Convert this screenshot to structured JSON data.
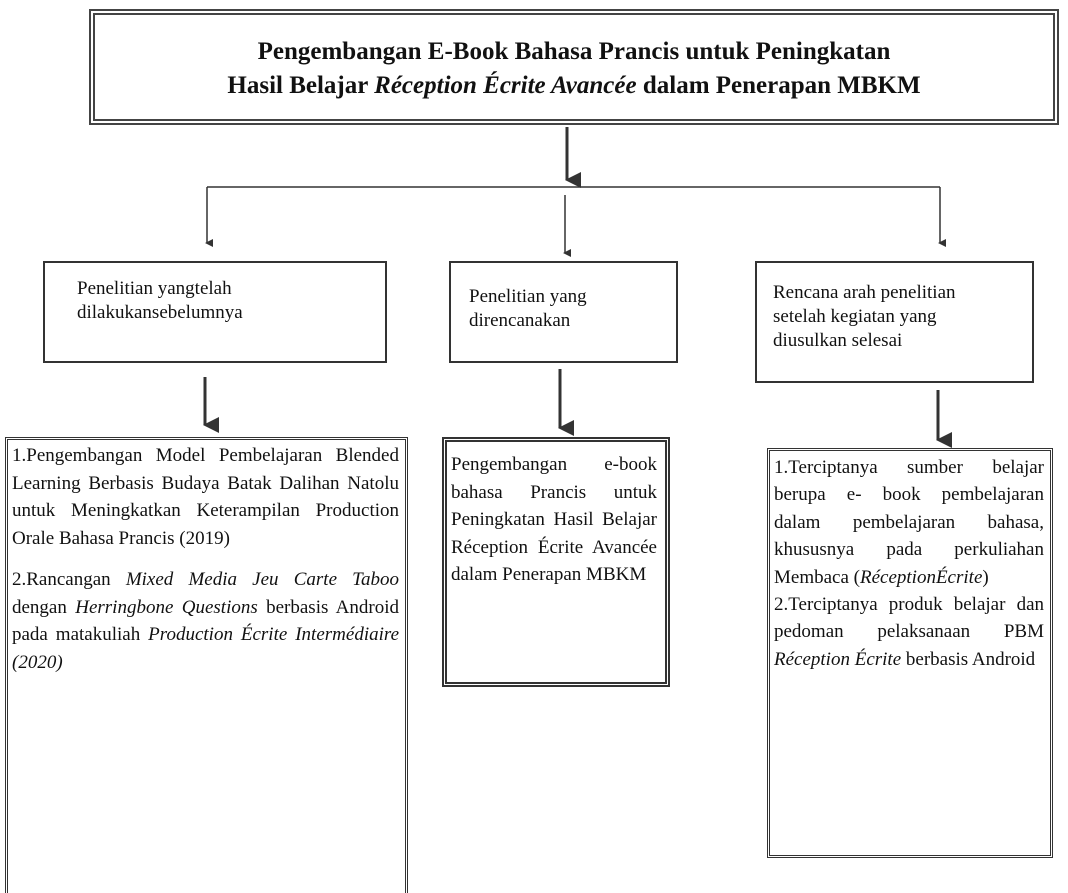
{
  "title": {
    "line1": "Pengembangan E-Book Bahasa Prancis untuk Peningkatan",
    "line2_a": "Hasil Belajar ",
    "line2_b": "Réception Écrite Avancée",
    "line2_c": " dalam Penerapan MBKM"
  },
  "branches": [
    {
      "label_1": "Penelitian yangtelah",
      "label_2": "dilakukansebelumnya",
      "items": [
        {
          "text": "1.Pengembangan Model Pembelajaran Blended Learning Berbasis Budaya Batak Dalihan Natolu untuk Meningkatkan Keterampilan Production Orale Bahasa Prancis (2019)"
        },
        {
          "t1": "2.Rancangan ",
          "t2": "Mixed Media Jeu Carte Taboo",
          "t3": " dengan ",
          "t4": "Herringbone Questions",
          "t5": " berbasis Android pada matakuliah ",
          "t6": "Production Écrite Intermédiaire (2020)"
        }
      ]
    },
    {
      "label_1": "Penelitian yang",
      "label_2": "direncanakan",
      "text": "Pengembangan e-book bahasa Prancis untuk Peningkatan Hasil Belajar Réception Écrite Avancée dalam Penerapan MBKM"
    },
    {
      "label_1": "Rencana arah penelitian",
      "label_2": "setelah kegiatan yang",
      "label_3": "diusulkan selesai",
      "p1_a": "1.Terciptanya sumber belajar berupa e- book pembelajaran dalam pembelajaran bahasa, khususnya pada perkuliahan Membaca (",
      "p1_b": "RéceptionÉcrite",
      "p1_c": ")",
      "p2_a": "2.Terciptanya produk belajar dan pedoman pelaksanaan PBM ",
      "p2_b": "Réception Écrite",
      "p2_c": " berbasis Android"
    }
  ]
}
